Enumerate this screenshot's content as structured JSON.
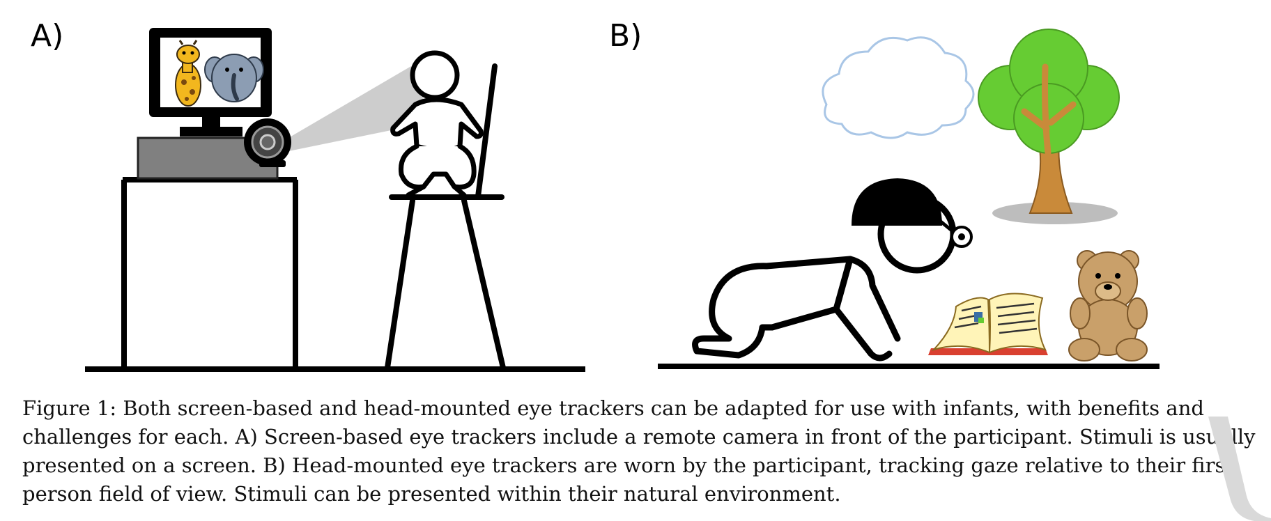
{
  "figure": {
    "panel_a_label": "A)",
    "panel_b_label": "B)",
    "colors": {
      "line": "#000000",
      "monitor_frame": "#000000",
      "desk_box": "#808080",
      "camera_beam": "#c8c8c8",
      "giraffe": "#f2b71e",
      "elephant": "#8c9db3",
      "cloud_outline": "#a9c6e6",
      "tree_leaves": "#66cc33",
      "tree_trunk": "#c98a3a",
      "tree_shadow": "#bdbdbd",
      "book_pages": "#fff4b8",
      "book_cover": "#d94030",
      "teddy": "#c9a06a"
    },
    "icons": {
      "monitor": "computer-monitor",
      "webcam": "webcam",
      "giraffe": "giraffe-cartoon",
      "elephant": "elephant-cartoon",
      "highchair": "high-chair",
      "infant_seated": "stick-figure-infant",
      "infant_crawling": "crawling-infant",
      "headset_camera": "head-mounted-camera",
      "cloud": "cloud",
      "tree": "tree",
      "book": "open-book",
      "teddy": "teddy-bear"
    }
  },
  "caption": {
    "text": "Figure 1: Both screen-based and head-mounted eye trackers can be adapted for use with infants, with benefits and challenges for each. A) Screen-based eye trackers include a remote camera in front of the participant. Stimuli is usually presented on a screen. B) Head-mounted eye trackers are worn by the participant, tracking gaze relative to their first-person field of view. Stimuli can be presented within their natural environment."
  }
}
